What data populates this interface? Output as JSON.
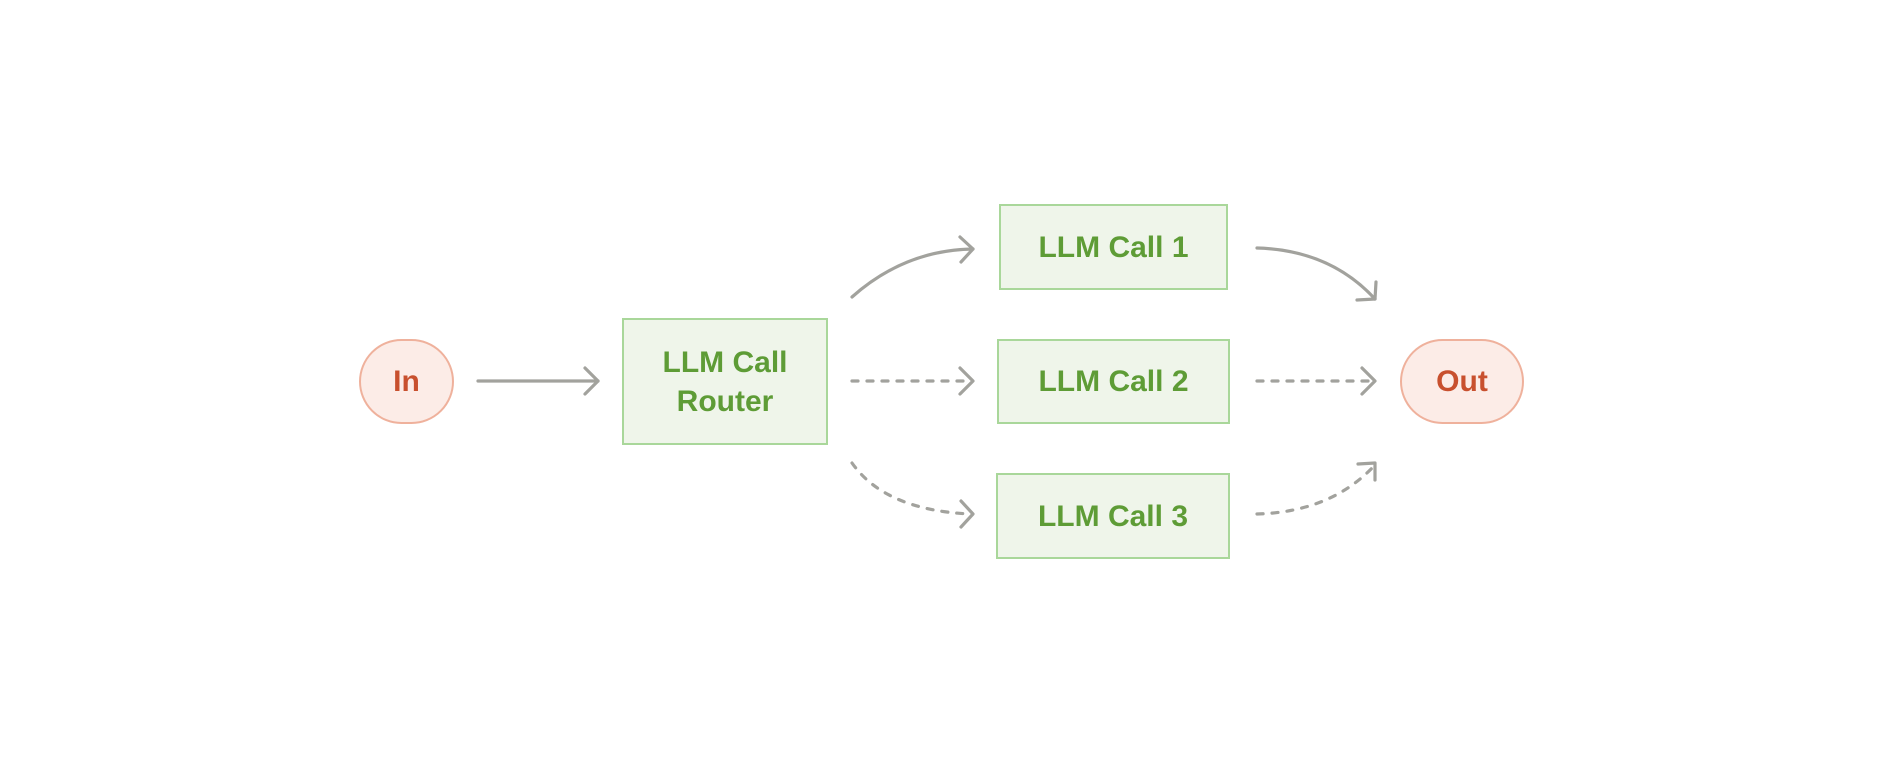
{
  "diagram": {
    "nodes": {
      "input": {
        "label": "In"
      },
      "router": {
        "label_line1": "LLM Call",
        "label_line2": "Router"
      },
      "call_1": {
        "label": "LLM Call 1"
      },
      "call_2": {
        "label": "LLM Call 2"
      },
      "call_3": {
        "label": "LLM Call 3"
      },
      "output": {
        "label": "Out"
      }
    },
    "edges": [
      {
        "from": "In",
        "to": "LLM Call Router",
        "style": "solid"
      },
      {
        "from": "LLM Call Router",
        "to": "LLM Call 1",
        "style": "solid"
      },
      {
        "from": "LLM Call Router",
        "to": "LLM Call 2",
        "style": "dotted"
      },
      {
        "from": "LLM Call Router",
        "to": "LLM Call 3",
        "style": "dotted"
      },
      {
        "from": "LLM Call 1",
        "to": "Out",
        "style": "solid"
      },
      {
        "from": "LLM Call 2",
        "to": "Out",
        "style": "dotted"
      },
      {
        "from": "LLM Call 3",
        "to": "Out",
        "style": "dotted"
      }
    ]
  },
  "colors": {
    "terminal_fill": "#fcece7",
    "terminal_border": "#efb19c",
    "terminal_text": "#c8502e",
    "llm_fill": "#eff5ea",
    "llm_border": "#a9d79a",
    "llm_text": "#5e9c36",
    "arrow": "#a2a29d"
  }
}
